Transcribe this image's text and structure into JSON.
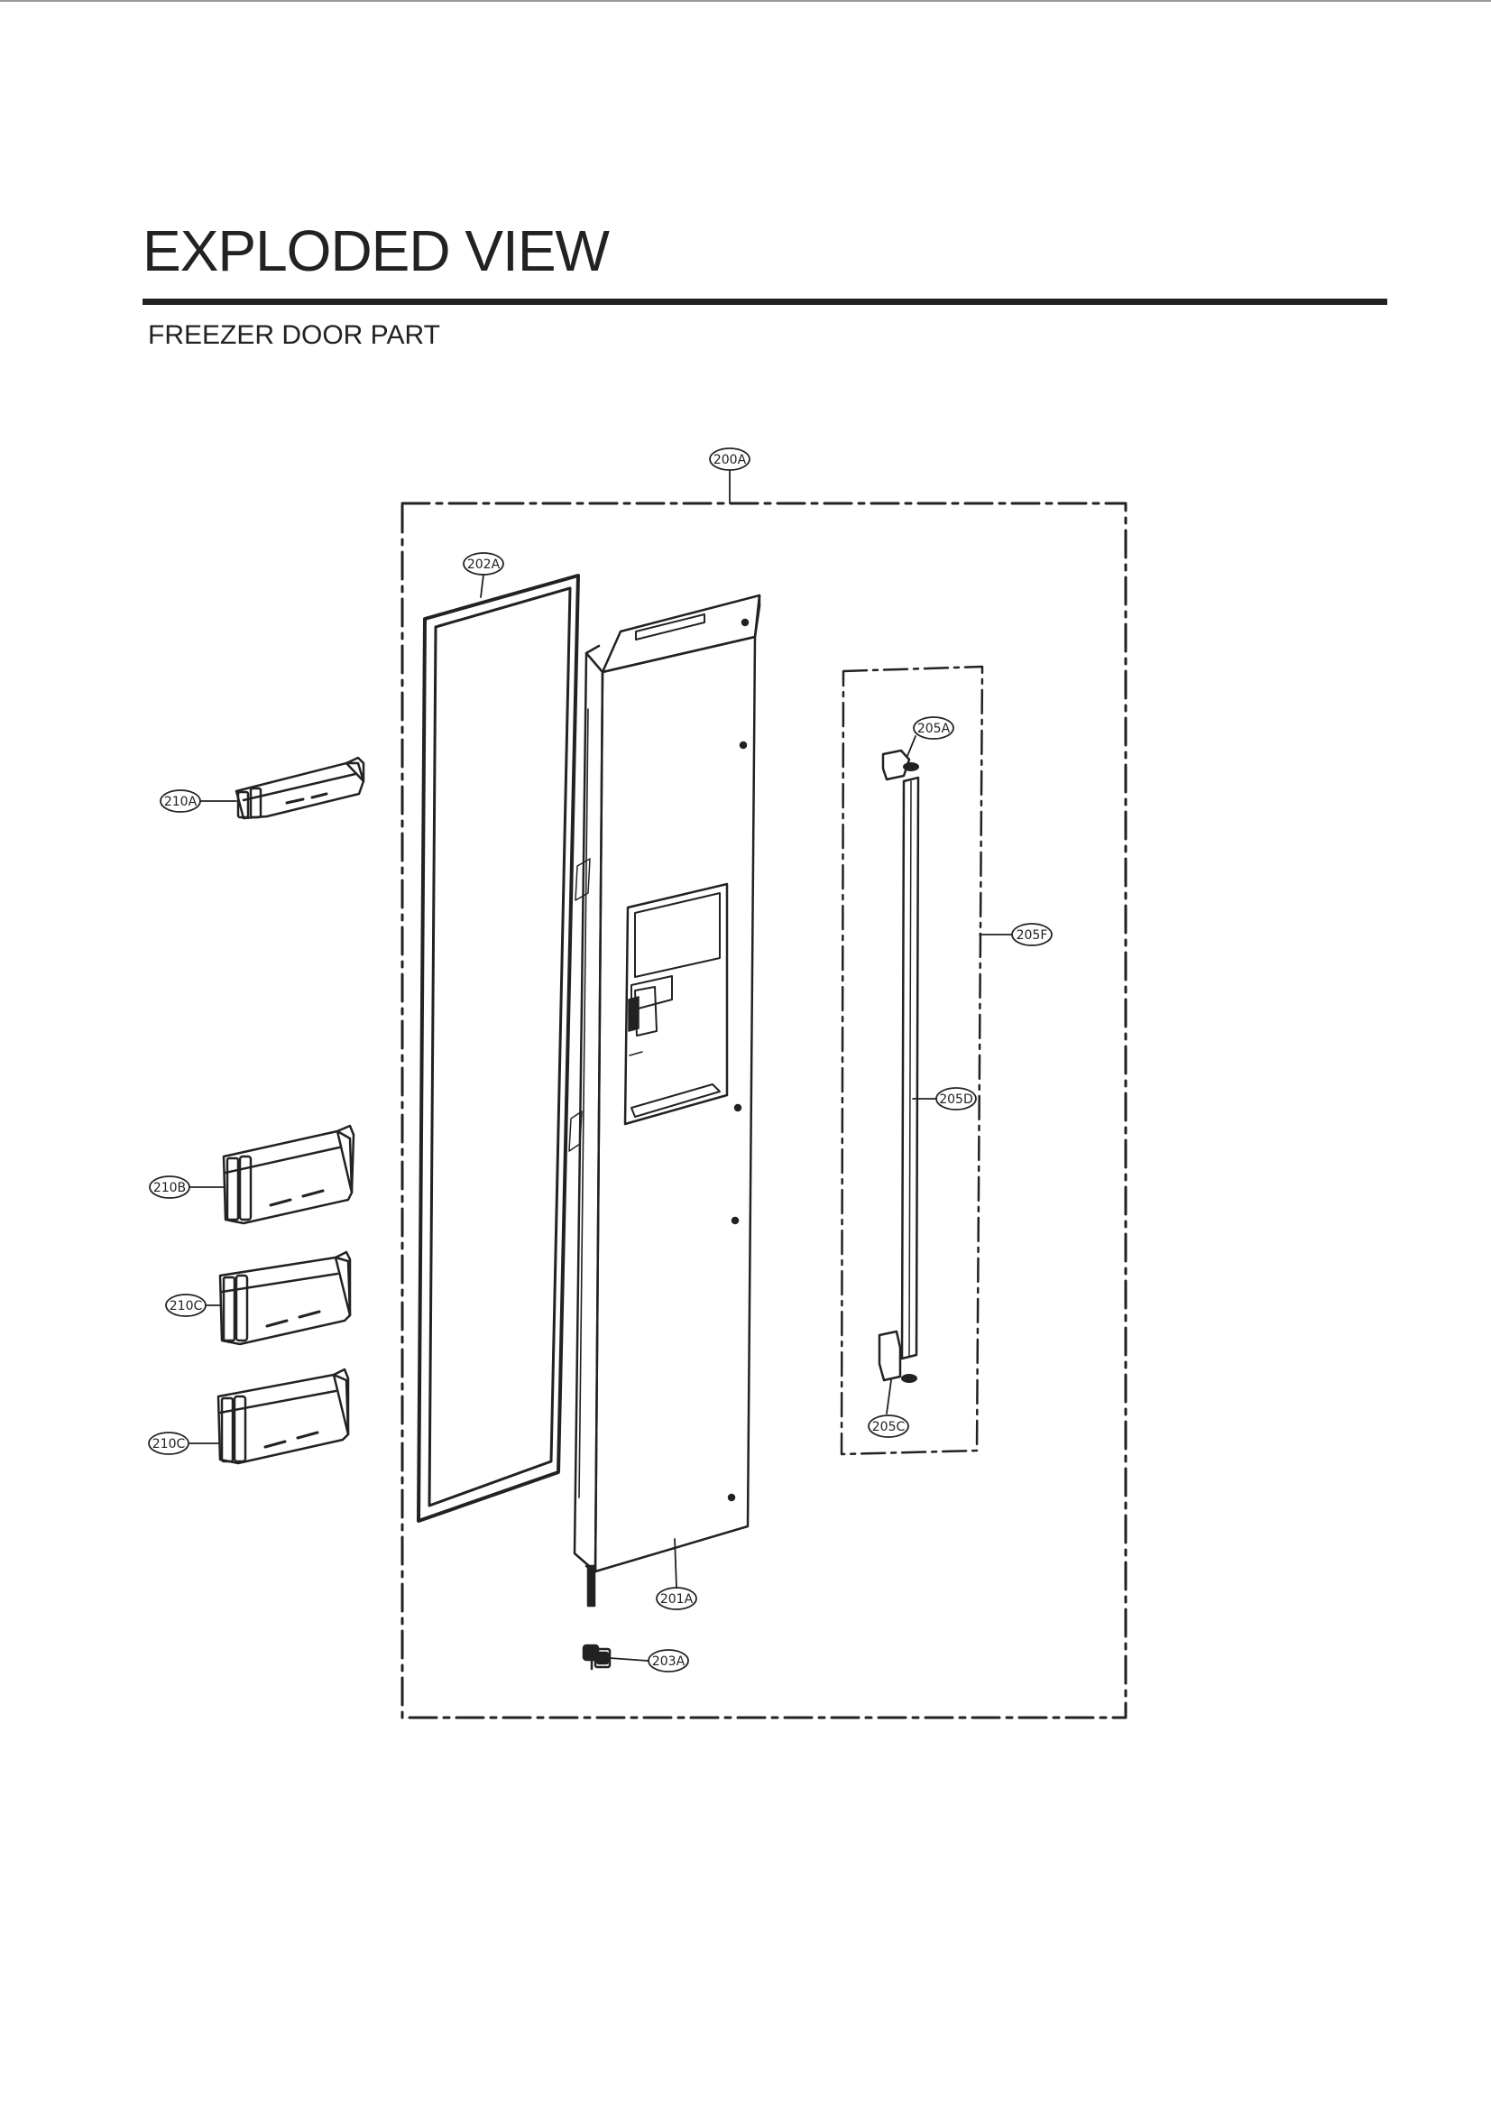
{
  "header": {
    "title": "EXPLODED VIEW",
    "section": "FREEZER DOOR PART"
  },
  "callouts": [
    {
      "id": "assembly",
      "label": "200A"
    },
    {
      "id": "gasket",
      "label": "202A"
    },
    {
      "id": "door",
      "label": "201A"
    },
    {
      "id": "hinge",
      "label": "203A"
    },
    {
      "id": "handle-top-cap",
      "label": "205A"
    },
    {
      "id": "handle-assembly",
      "label": "205F"
    },
    {
      "id": "handle-bar",
      "label": "205D"
    },
    {
      "id": "handle-bottom-cap",
      "label": "205C"
    },
    {
      "id": "basket-1",
      "label": "210A"
    },
    {
      "id": "basket-2",
      "label": "210B"
    },
    {
      "id": "basket-3",
      "label": "210C"
    },
    {
      "id": "basket-4",
      "label": "210C"
    }
  ]
}
